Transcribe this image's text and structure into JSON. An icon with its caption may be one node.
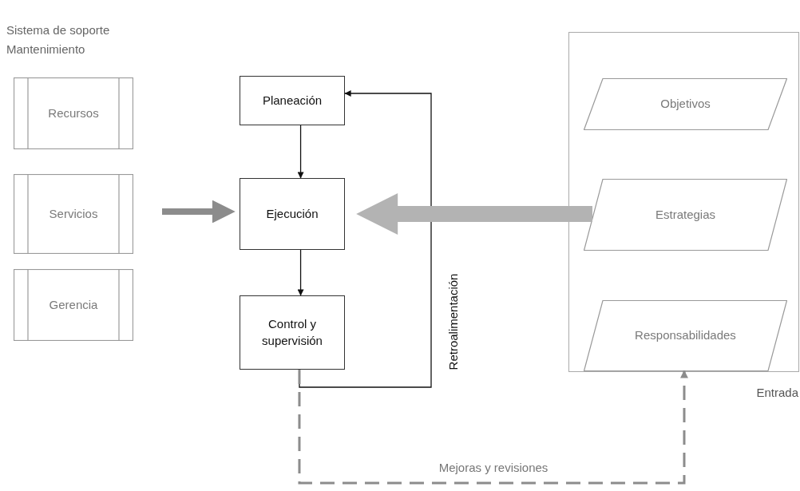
{
  "diagram": {
    "nodes": [
      {
        "text": [
          "Recursos"
        ]
      },
      {
        "text": [
          "Servicios"
        ]
      },
      {
        "text": [
          "Gerencia"
        ]
      },
      {
        "text": [
          "Planeación"
        ]
      },
      {
        "text": [
          "Ejecución"
        ]
      },
      {
        "text": [
          "Control y supervisión"
        ]
      },
      {
        "text": [
          "Entrada"
        ]
      },
      {
        "text": [
          "Objetivos"
        ],
        "in": 6
      },
      {
        "text": [
          "Estrategias"
        ],
        "in": 6
      },
      {
        "text": [
          "Responsabilidades"
        ],
        "in": 6
      }
    ],
    "edges": [
      {
        "from": null,
        "to": 4,
        "arrow": "to",
        "style": "thick",
        "color": "#8c8c8c"
      },
      {
        "from": 3,
        "to": 4,
        "arrow": "to"
      },
      {
        "from": 4,
        "to": 5,
        "arrow": "to"
      },
      {
        "from": 5,
        "to": 3,
        "arrow": "to",
        "label": "Retroalimentación"
      },
      {
        "from": 8,
        "to": 4,
        "arrow": "to",
        "style": "thick",
        "color": "#b3b3b3"
      },
      {
        "from": 5,
        "to": 9,
        "arrow": "to",
        "style": "dashed",
        "color": "#8c8c8c",
        "label": "Mejoras y revisiones"
      }
    ],
    "labels": [
      "Sistema de soporte Mantenimiento"
    ]
  }
}
